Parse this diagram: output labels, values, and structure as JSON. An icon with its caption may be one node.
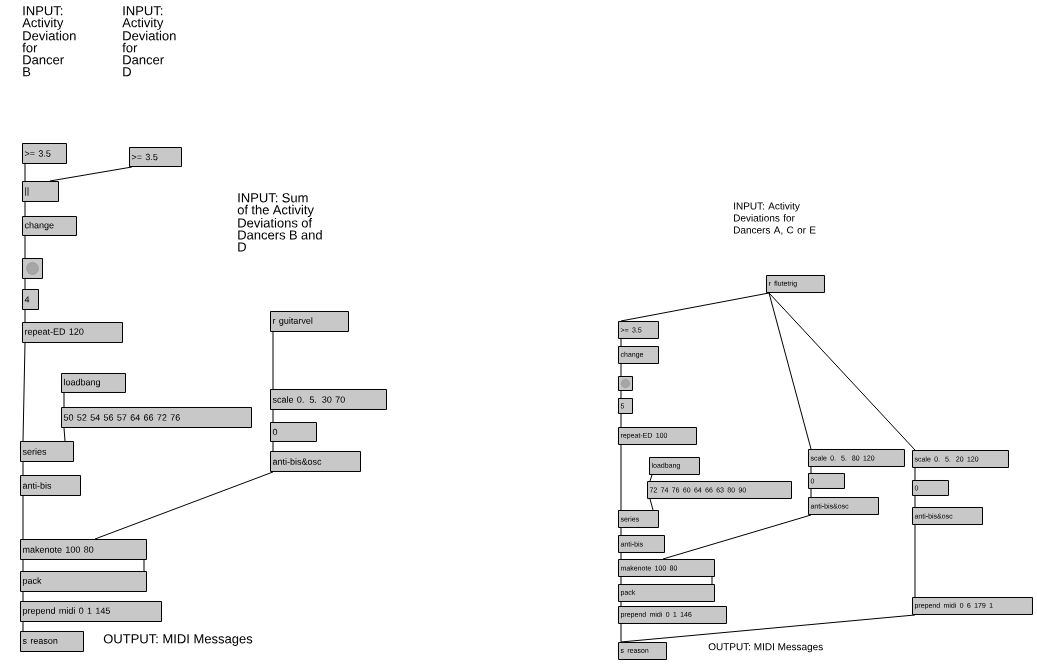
{
  "diagram": {
    "nodes": [
      {
        "text": [
          ">= 3.5"
        ]
      },
      {
        "text": [
          ">= 3.5"
        ]
      },
      {
        "text": [
          "||"
        ]
      },
      {
        "text": [
          "change"
        ]
      },
      {
        "text": [],
        "shape": "box"
      },
      {
        "text": [
          "4"
        ]
      },
      {
        "text": [
          "repeat-ED 120"
        ]
      },
      {
        "text": [
          "loadbang"
        ]
      },
      {
        "text": [
          "50 52 54 56 57 64 66 72 76"
        ]
      },
      {
        "text": [
          "series"
        ]
      },
      {
        "text": [
          "anti-bis"
        ]
      },
      {
        "text": [
          "r guitarvel"
        ]
      },
      {
        "text": [
          "scale 0. 5. 30 70"
        ]
      },
      {
        "text": [
          "0"
        ]
      },
      {
        "text": [
          "anti-bis&osc"
        ]
      },
      {
        "text": [
          "makenote 100 80"
        ]
      },
      {
        "text": [
          "pack"
        ]
      },
      {
        "text": [
          "prepend midi 0 1 145"
        ]
      },
      {
        "text": [
          "s reason"
        ]
      },
      {
        "text": [
          "r flutetrig"
        ]
      },
      {
        "text": [
          ">= 3.5"
        ]
      },
      {
        "text": [
          "change"
        ]
      },
      {
        "text": [],
        "shape": "box"
      },
      {
        "text": [
          "5"
        ]
      },
      {
        "text": [
          "repeat-ED 100"
        ]
      },
      {
        "text": [
          "loadbang"
        ]
      },
      {
        "text": [
          "72 74 76 60 64 66 63 80 90"
        ]
      },
      {
        "text": [
          "series"
        ]
      },
      {
        "text": [
          "anti-bis"
        ]
      },
      {
        "text": [
          "scale 0. 5. 80 120"
        ]
      },
      {
        "text": [
          "0"
        ]
      },
      {
        "text": [
          "anti-bis&osc"
        ]
      },
      {
        "text": [
          "scale 0. 5. 20 120"
        ]
      },
      {
        "text": [
          "0"
        ]
      },
      {
        "text": [
          "anti-bis&osc"
        ]
      },
      {
        "text": [
          "makenote 100 80"
        ]
      },
      {
        "text": [
          "pack"
        ]
      },
      {
        "text": [
          "prepend midi 0 1 146"
        ]
      },
      {
        "text": [
          "prepend midi 0 6 179 1"
        ]
      },
      {
        "text": [
          "s reason"
        ]
      }
    ],
    "edges": [
      {
        "from": 0,
        "to": 2,
        "arrow": "none"
      },
      {
        "from": 1,
        "to": 2,
        "arrow": "none"
      },
      {
        "from": 2,
        "to": 3,
        "arrow": "none"
      },
      {
        "from": 3,
        "to": 4,
        "arrow": "none"
      },
      {
        "from": 4,
        "to": 5,
        "arrow": "none"
      },
      {
        "from": 5,
        "to": 6,
        "arrow": "none"
      },
      {
        "from": 6,
        "to": 9,
        "arrow": "none"
      },
      {
        "from": 7,
        "to": 8,
        "arrow": "none"
      },
      {
        "from": 8,
        "to": 9,
        "arrow": "none"
      },
      {
        "from": 9,
        "to": 10,
        "arrow": "none"
      },
      {
        "from": 10,
        "to": 15,
        "arrow": "none"
      },
      {
        "from": 11,
        "to": 12,
        "arrow": "none"
      },
      {
        "from": 12,
        "to": 13,
        "arrow": "none"
      },
      {
        "from": 13,
        "to": 14,
        "arrow": "none"
      },
      {
        "from": 14,
        "to": 15,
        "arrow": "none"
      },
      {
        "from": 15,
        "to": 16,
        "arrow": "none"
      },
      {
        "from": 15,
        "to": 16,
        "arrow": "none"
      },
      {
        "from": 16,
        "to": 17,
        "arrow": "none"
      },
      {
        "from": 17,
        "to": 18,
        "arrow": "none"
      },
      {
        "from": 19,
        "to": 20,
        "arrow": "none"
      },
      {
        "from": 19,
        "to": 29,
        "arrow": "none"
      },
      {
        "from": 19,
        "to": 32,
        "arrow": "none"
      },
      {
        "from": 20,
        "to": 21,
        "arrow": "none"
      },
      {
        "from": 21,
        "to": 22,
        "arrow": "none"
      },
      {
        "from": 22,
        "to": 23,
        "arrow": "none"
      },
      {
        "from": 23,
        "to": 24,
        "arrow": "none"
      },
      {
        "from": 24,
        "to": 27,
        "arrow": "none"
      },
      {
        "from": 25,
        "to": 26,
        "arrow": "none"
      },
      {
        "from": 26,
        "to": 27,
        "arrow": "none"
      },
      {
        "from": 27,
        "to": 28,
        "arrow": "none"
      },
      {
        "from": 28,
        "to": 35,
        "arrow": "none"
      },
      {
        "from": 29,
        "to": 30,
        "arrow": "none"
      },
      {
        "from": 30,
        "to": 31,
        "arrow": "none"
      },
      {
        "from": 31,
        "to": 35,
        "arrow": "none"
      },
      {
        "from": 32,
        "to": 33,
        "arrow": "none"
      },
      {
        "from": 33,
        "to": 34,
        "arrow": "none"
      },
      {
        "from": 34,
        "to": 38,
        "arrow": "none"
      },
      {
        "from": 35,
        "to": 36,
        "arrow": "none"
      },
      {
        "from": 35,
        "to": 36,
        "arrow": "none"
      },
      {
        "from": 36,
        "to": 37,
        "arrow": "none"
      },
      {
        "from": 37,
        "to": 39,
        "arrow": "none"
      },
      {
        "from": 38,
        "to": 39,
        "arrow": "none"
      }
    ],
    "labels": [
      "INPUT: Activity Deviation for Dancer B",
      "INPUT: Activity Deviation for Dancer D",
      "INPUT: Sum of the Activity Deviations of Dancers B and D",
      "OUTPUT: MIDI Messages",
      "INPUT: Activity Deviations for Dancers A, C or E",
      "OUTPUT: MIDI Messages"
    ]
  }
}
